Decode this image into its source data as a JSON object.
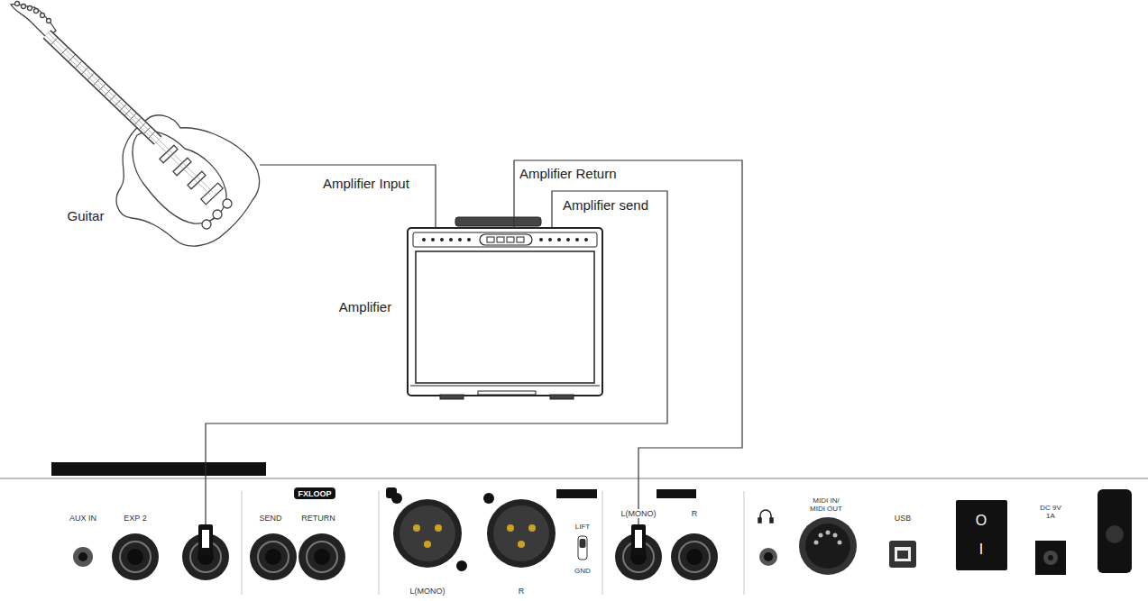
{
  "diagram": {
    "nodes": [
      {
        "text": [
          "Guitar"
        ]
      },
      {
        "text": [
          "Amplifier"
        ]
      },
      {
        "text": [
          "AUX IN",
          "EXP 2",
          "FXLOOP",
          "SEND",
          "RETURN",
          "L(MONO)",
          "R",
          "LIFT",
          "GND",
          "L(MONO)",
          "R",
          "MIDI IN/ MIDI OUT",
          "USB",
          "DC 9V 1A",
          "O",
          "I"
        ]
      }
    ],
    "edges": [
      {
        "from": 0,
        "to": 1,
        "label": "Amplifier Input",
        "arrow": "none"
      },
      {
        "from": 1,
        "to": 2,
        "label": "Amplifier send",
        "arrow": "none"
      },
      {
        "from": 2,
        "to": 1,
        "label": "Amplifier Return",
        "arrow": "none"
      }
    ]
  }
}
